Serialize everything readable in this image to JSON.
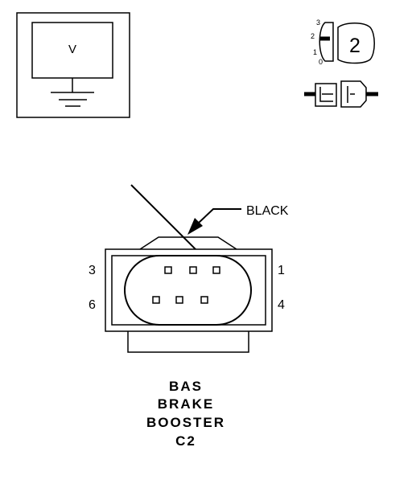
{
  "meter": {
    "symbol": "V"
  },
  "selector": {
    "positions": [
      "3",
      "2",
      "1",
      "0"
    ],
    "selected": "2"
  },
  "connector": {
    "color_label": "BLACK",
    "pin_labels": {
      "top_left": "3",
      "top_right": "1",
      "bottom_left": "6",
      "bottom_right": "4"
    }
  },
  "caption": {
    "line1": "BAS",
    "line2": "BRAKE",
    "line3": "BOOSTER",
    "line4": "C2"
  }
}
